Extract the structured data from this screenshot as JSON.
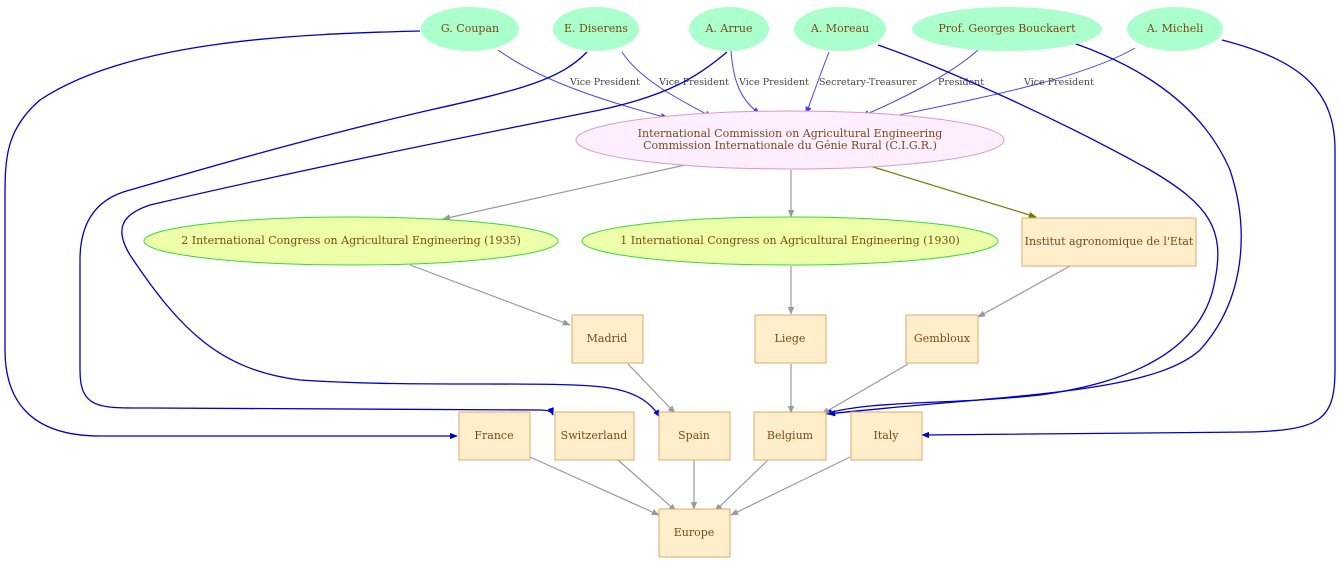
{
  "people": [
    {
      "id": "coupan",
      "label": "G.  Coupan"
    },
    {
      "id": "diserens",
      "label": "E.  Diserens"
    },
    {
      "id": "arrue",
      "label": "A. Arrue"
    },
    {
      "id": "moreau",
      "label": "A. Moreau"
    },
    {
      "id": "bouckaert",
      "label": "Prof. Georges Bouckaert"
    },
    {
      "id": "micheli",
      "label": "A.  Micheli"
    }
  ],
  "commission": {
    "line1": "International Commission on Agricultural Engineering",
    "line2": "Commission Internationale du Génie Rural (C.I.G.R.)"
  },
  "events": [
    {
      "id": "congress2",
      "label": "2 International Congress on Agricultural Engineering (1935)"
    },
    {
      "id": "congress1",
      "label": "1 International Congress on Agricultural Engineering (1930)"
    }
  ],
  "institute": {
    "label": "Institut agronomique de l'Etat"
  },
  "cities": [
    {
      "id": "madrid",
      "label": "Madrid"
    },
    {
      "id": "liege",
      "label": "Liege"
    },
    {
      "id": "gembloux",
      "label": "Gembloux"
    }
  ],
  "countries": [
    {
      "id": "france",
      "label": "France"
    },
    {
      "id": "switzerland",
      "label": "Switzerland"
    },
    {
      "id": "spain",
      "label": "Spain"
    },
    {
      "id": "belgium",
      "label": "Belgium"
    },
    {
      "id": "italy",
      "label": "Italy"
    }
  ],
  "continent": {
    "label": "Europe"
  },
  "roles": [
    {
      "from": "coupan",
      "label": "Vice President"
    },
    {
      "from": "diserens",
      "label": "Vice President"
    },
    {
      "from": "arrue",
      "label": "Vice President"
    },
    {
      "from": "moreau",
      "label": "Secretary-Treasurer"
    },
    {
      "from": "bouckaert",
      "label": "President"
    },
    {
      "from": "micheli",
      "label": "Vice President"
    }
  ],
  "colors": {
    "person_fill": "#aaffcc",
    "commission_fill": "#ffeeff",
    "commission_stroke": "#dd99bb",
    "event_fill": "#eeffaa",
    "event_stroke": "#33dd33",
    "place_fill": "#ffeecc",
    "place_stroke": "#ddaa66",
    "role_edge": "#4444ee",
    "nationality_edge": "#0000cc",
    "gray_edge": "#999999",
    "olive_edge": "#777700"
  }
}
